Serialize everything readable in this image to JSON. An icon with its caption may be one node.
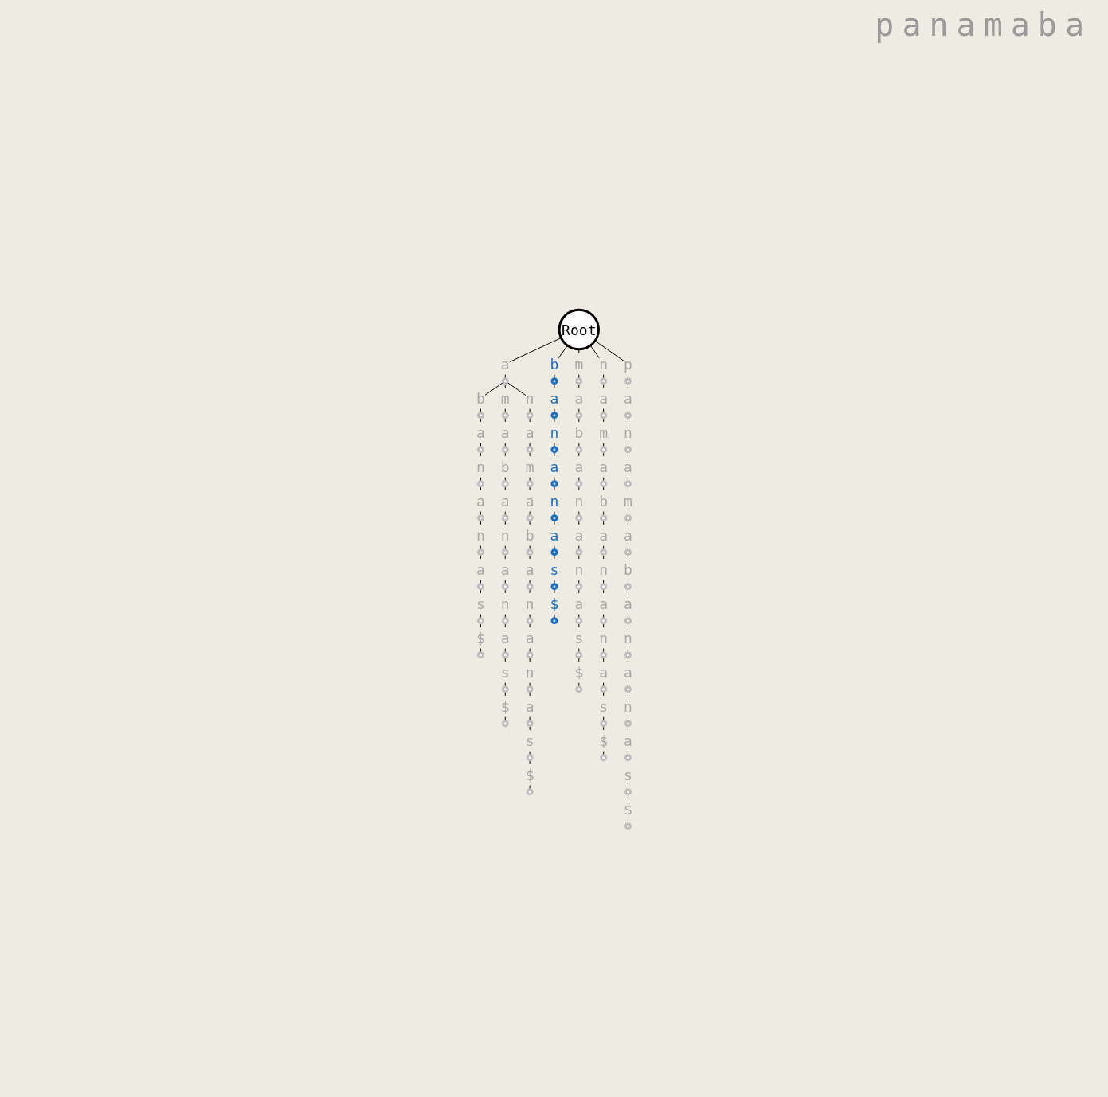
{
  "diagram": {
    "title": "panamaba",
    "nodes": [
      {
        "text": [
          "Root"
        ]
      },
      {
        "text": [],
        "shape": "circle"
      },
      {
        "text": [],
        "shape": "circle"
      },
      {
        "text": [],
        "shape": "circle"
      },
      {
        "text": [],
        "shape": "circle"
      },
      {
        "text": [],
        "shape": "circle"
      },
      {
        "text": [],
        "shape": "circle"
      },
      {
        "text": [],
        "shape": "circle"
      },
      {
        "text": [],
        "shape": "circle"
      },
      {
        "text": [],
        "shape": "circle"
      },
      {
        "text": [],
        "shape": "circle"
      },
      {
        "text": [],
        "shape": "circle"
      },
      {
        "text": [],
        "shape": "circle"
      },
      {
        "text": [],
        "shape": "circle"
      },
      {
        "text": [],
        "shape": "circle"
      },
      {
        "text": [],
        "shape": "circle"
      },
      {
        "text": [],
        "shape": "circle"
      },
      {
        "text": [],
        "shape": "circle"
      },
      {
        "text": [],
        "shape": "circle"
      },
      {
        "text": [],
        "shape": "circle"
      },
      {
        "text": [],
        "shape": "circle"
      },
      {
        "text": [],
        "shape": "circle"
      },
      {
        "text": [],
        "shape": "circle"
      },
      {
        "text": [],
        "shape": "circle"
      },
      {
        "text": [],
        "shape": "circle"
      },
      {
        "text": [],
        "shape": "circle"
      },
      {
        "text": [],
        "shape": "circle"
      },
      {
        "text": [],
        "shape": "circle"
      },
      {
        "text": [],
        "shape": "circle"
      },
      {
        "text": [],
        "shape": "circle"
      },
      {
        "text": [],
        "shape": "circle"
      },
      {
        "text": [],
        "shape": "circle"
      },
      {
        "text": [],
        "shape": "circle"
      },
      {
        "text": [],
        "shape": "circle"
      },
      {
        "text": [],
        "shape": "circle"
      },
      {
        "text": [],
        "shape": "circle"
      },
      {
        "text": [],
        "shape": "circle"
      },
      {
        "text": [],
        "shape": "circle"
      },
      {
        "text": [],
        "shape": "circle"
      },
      {
        "text": [],
        "shape": "circle"
      },
      {
        "text": [],
        "shape": "circle"
      },
      {
        "text": [],
        "shape": "circle"
      },
      {
        "text": [],
        "shape": "circle"
      },
      {
        "text": [],
        "shape": "circle"
      },
      {
        "text": [],
        "shape": "circle"
      },
      {
        "text": [],
        "shape": "circle"
      },
      {
        "text": [],
        "shape": "circle"
      },
      {
        "text": [],
        "shape": "circle"
      },
      {
        "text": [],
        "shape": "circle"
      },
      {
        "text": [],
        "shape": "circle"
      },
      {
        "text": [],
        "shape": "circle"
      },
      {
        "text": [],
        "shape": "circle"
      },
      {
        "text": [],
        "shape": "circle"
      },
      {
        "text": [],
        "shape": "circle"
      },
      {
        "text": [],
        "shape": "circle"
      },
      {
        "text": [],
        "shape": "circle"
      },
      {
        "text": [],
        "shape": "circle"
      },
      {
        "text": [],
        "shape": "circle"
      },
      {
        "text": [],
        "shape": "circle"
      },
      {
        "text": [],
        "shape": "circle"
      },
      {
        "text": [],
        "shape": "circle"
      },
      {
        "text": [],
        "shape": "circle"
      },
      {
        "text": [],
        "shape": "circle"
      },
      {
        "text": [],
        "shape": "circle"
      },
      {
        "text": [],
        "shape": "circle"
      },
      {
        "text": [],
        "shape": "circle"
      },
      {
        "text": [],
        "shape": "circle"
      },
      {
        "text": [],
        "shape": "circle"
      },
      {
        "text": [],
        "shape": "circle"
      },
      {
        "text": [],
        "shape": "circle"
      },
      {
        "text": [],
        "shape": "circle"
      },
      {
        "text": [],
        "shape": "circle"
      },
      {
        "text": [],
        "shape": "circle"
      },
      {
        "text": [],
        "shape": "circle"
      },
      {
        "text": [],
        "shape": "circle"
      },
      {
        "text": [],
        "shape": "circle"
      }
    ],
    "edges": [
      {
        "from": 0,
        "to": 1,
        "arrow": "none",
        "label": "a"
      },
      {
        "from": 1,
        "to": 2,
        "arrow": "none",
        "label": "b"
      },
      {
        "from": 2,
        "to": 3,
        "arrow": "none",
        "label": "a"
      },
      {
        "from": 3,
        "to": 4,
        "arrow": "none",
        "label": "n"
      },
      {
        "from": 4,
        "to": 5,
        "arrow": "none",
        "label": "a"
      },
      {
        "from": 5,
        "to": 6,
        "arrow": "none",
        "label": "n"
      },
      {
        "from": 6,
        "to": 7,
        "arrow": "none",
        "label": "a"
      },
      {
        "from": 7,
        "to": 8,
        "arrow": "none",
        "label": "s"
      },
      {
        "from": 8,
        "to": 9,
        "arrow": "none",
        "label": "$"
      },
      {
        "from": 1,
        "to": 10,
        "arrow": "none",
        "label": "m"
      },
      {
        "from": 10,
        "to": 11,
        "arrow": "none",
        "label": "a"
      },
      {
        "from": 11,
        "to": 12,
        "arrow": "none",
        "label": "b"
      },
      {
        "from": 12,
        "to": 13,
        "arrow": "none",
        "label": "a"
      },
      {
        "from": 13,
        "to": 14,
        "arrow": "none",
        "label": "n"
      },
      {
        "from": 14,
        "to": 15,
        "arrow": "none",
        "label": "a"
      },
      {
        "from": 15,
        "to": 16,
        "arrow": "none",
        "label": "n"
      },
      {
        "from": 16,
        "to": 17,
        "arrow": "none",
        "label": "a"
      },
      {
        "from": 17,
        "to": 18,
        "arrow": "none",
        "label": "s"
      },
      {
        "from": 18,
        "to": 19,
        "arrow": "none",
        "label": "$"
      },
      {
        "from": 1,
        "to": 20,
        "arrow": "none",
        "label": "n"
      },
      {
        "from": 20,
        "to": 21,
        "arrow": "none",
        "label": "a"
      },
      {
        "from": 21,
        "to": 22,
        "arrow": "none",
        "label": "m"
      },
      {
        "from": 22,
        "to": 23,
        "arrow": "none",
        "label": "a"
      },
      {
        "from": 23,
        "to": 24,
        "arrow": "none",
        "label": "b"
      },
      {
        "from": 24,
        "to": 25,
        "arrow": "none",
        "label": "a"
      },
      {
        "from": 25,
        "to": 26,
        "arrow": "none",
        "label": "n"
      },
      {
        "from": 26,
        "to": 27,
        "arrow": "none",
        "label": "a"
      },
      {
        "from": 27,
        "to": 28,
        "arrow": "none",
        "label": "n"
      },
      {
        "from": 28,
        "to": 29,
        "arrow": "none",
        "label": "a"
      },
      {
        "from": 29,
        "to": 30,
        "arrow": "none",
        "label": "s"
      },
      {
        "from": 30,
        "to": 31,
        "arrow": "none",
        "label": "$"
      },
      {
        "from": 0,
        "to": 32,
        "arrow": "none",
        "label": "b"
      },
      {
        "from": 32,
        "to": 33,
        "arrow": "none",
        "label": "a"
      },
      {
        "from": 33,
        "to": 34,
        "arrow": "none",
        "label": "n"
      },
      {
        "from": 34,
        "to": 35,
        "arrow": "none",
        "label": "a"
      },
      {
        "from": 35,
        "to": 36,
        "arrow": "none",
        "label": "n"
      },
      {
        "from": 36,
        "to": 37,
        "arrow": "none",
        "label": "a"
      },
      {
        "from": 37,
        "to": 38,
        "arrow": "none",
        "label": "s"
      },
      {
        "from": 38,
        "to": 39,
        "arrow": "none",
        "label": "$"
      },
      {
        "from": 0,
        "to": 40,
        "arrow": "none",
        "label": "m"
      },
      {
        "from": 40,
        "to": 41,
        "arrow": "none",
        "label": "a"
      },
      {
        "from": 41,
        "to": 42,
        "arrow": "none",
        "label": "b"
      },
      {
        "from": 42,
        "to": 43,
        "arrow": "none",
        "label": "a"
      },
      {
        "from": 43,
        "to": 44,
        "arrow": "none",
        "label": "n"
      },
      {
        "from": 44,
        "to": 45,
        "arrow": "none",
        "label": "a"
      },
      {
        "from": 45,
        "to": 46,
        "arrow": "none",
        "label": "n"
      },
      {
        "from": 46,
        "to": 47,
        "arrow": "none",
        "label": "a"
      },
      {
        "from": 47,
        "to": 48,
        "arrow": "none",
        "label": "s"
      },
      {
        "from": 48,
        "to": 49,
        "arrow": "none",
        "label": "$"
      },
      {
        "from": 0,
        "to": 50,
        "arrow": "none",
        "label": "n"
      },
      {
        "from": 50,
        "to": 51,
        "arrow": "none",
        "label": "a"
      },
      {
        "from": 51,
        "to": 52,
        "arrow": "none",
        "label": "m"
      },
      {
        "from": 52,
        "to": 53,
        "arrow": "none",
        "label": "a"
      },
      {
        "from": 53,
        "to": 54,
        "arrow": "none",
        "label": "b"
      },
      {
        "from": 54,
        "to": 55,
        "arrow": "none",
        "label": "a"
      },
      {
        "from": 55,
        "to": 56,
        "arrow": "none",
        "label": "n"
      },
      {
        "from": 56,
        "to": 57,
        "arrow": "none",
        "label": "a"
      },
      {
        "from": 57,
        "to": 58,
        "arrow": "none",
        "label": "n"
      },
      {
        "from": 58,
        "to": 59,
        "arrow": "none",
        "label": "a"
      },
      {
        "from": 59,
        "to": 60,
        "arrow": "none",
        "label": "s"
      },
      {
        "from": 60,
        "to": 61,
        "arrow": "none",
        "label": "$"
      },
      {
        "from": 0,
        "to": 62,
        "arrow": "none",
        "label": "p"
      },
      {
        "from": 62,
        "to": 63,
        "arrow": "none",
        "label": "a"
      },
      {
        "from": 63,
        "to": 64,
        "arrow": "none",
        "label": "n"
      },
      {
        "from": 64,
        "to": 65,
        "arrow": "none",
        "label": "a"
      },
      {
        "from": 65,
        "to": 66,
        "arrow": "none",
        "label": "m"
      },
      {
        "from": 66,
        "to": 67,
        "arrow": "none",
        "label": "a"
      },
      {
        "from": 67,
        "to": 68,
        "arrow": "none",
        "label": "b"
      },
      {
        "from": 68,
        "to": 69,
        "arrow": "none",
        "label": "a"
      },
      {
        "from": 69,
        "to": 70,
        "arrow": "none",
        "label": "n"
      },
      {
        "from": 70,
        "to": 71,
        "arrow": "none",
        "label": "a"
      },
      {
        "from": 71,
        "to": 72,
        "arrow": "none",
        "label": "n"
      },
      {
        "from": 72,
        "to": 73,
        "arrow": "none",
        "label": "a"
      },
      {
        "from": 73,
        "to": 74,
        "arrow": "none",
        "label": "s"
      },
      {
        "from": 74,
        "to": 75,
        "arrow": "none",
        "label": "$"
      }
    ]
  }
}
